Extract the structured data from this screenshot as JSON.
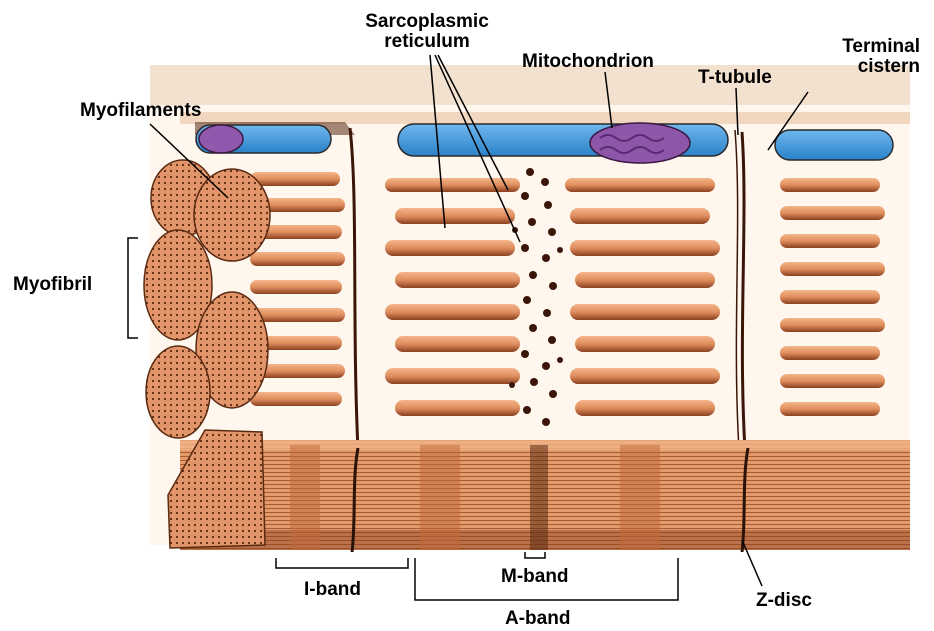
{
  "diagram": {
    "labels": {
      "sarcoplasmic_line1": "Sarcoplasmic",
      "sarcoplasmic_line2": "reticulum",
      "mitochondrion": "Mitochondrion",
      "t_tubule": "T-tubule",
      "terminal_line1": "Terminal",
      "terminal_line2": "cistern",
      "myofilaments": "Myofilaments",
      "myofibril": "Myofibril",
      "i_band": "I-band",
      "m_band": "M-band",
      "a_band": "A-band",
      "z_disc": "Z-disc"
    },
    "colors": {
      "muscle": "#e09466",
      "muscle_light": "#f0b48a",
      "muscle_dark": "#7a3a1a",
      "membrane_blue": "#3a97dd",
      "mitochondria_purple": "#8e5aa8",
      "reticulum_shadow": "#6b2f12",
      "background": "#ffffff"
    }
  }
}
